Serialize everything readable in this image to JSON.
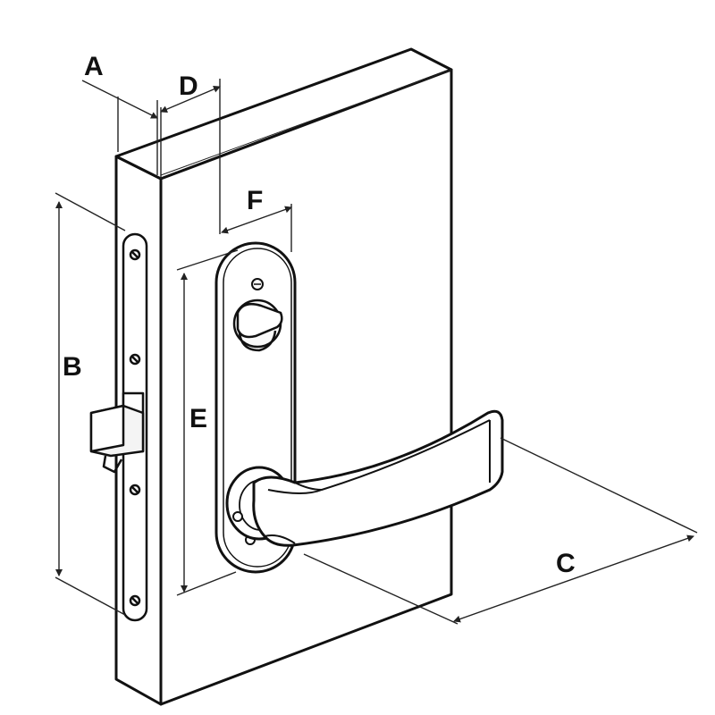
{
  "dimensions": {
    "A": "A",
    "B": "B",
    "C": "C",
    "D": "D",
    "E": "E",
    "F": "F"
  },
  "colors": {
    "line": "#111111",
    "dimension_line": "#222222",
    "background": "#ffffff"
  }
}
